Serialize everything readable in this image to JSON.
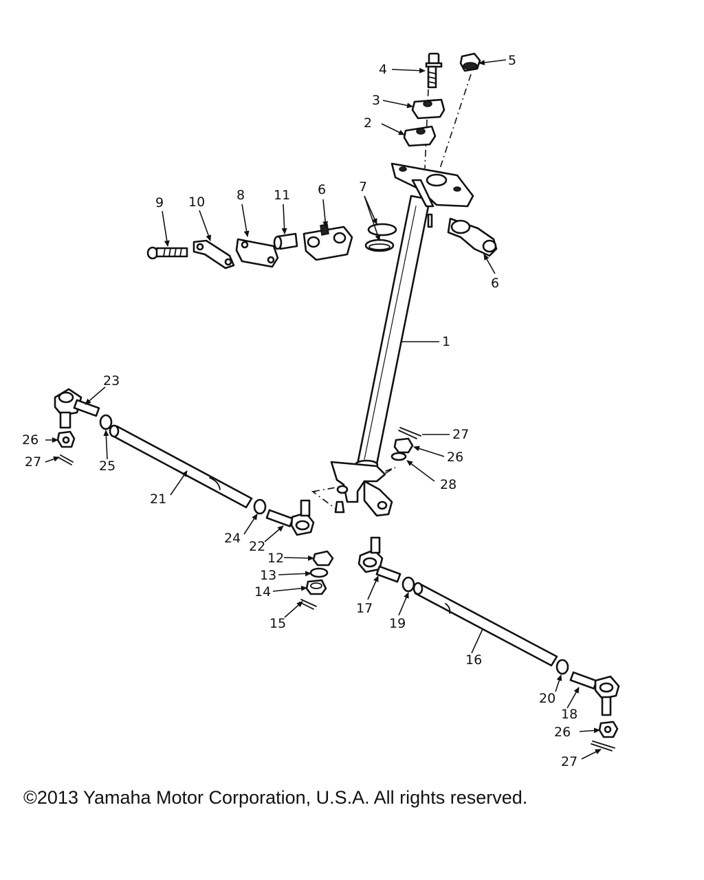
{
  "diagram": {
    "part_numbers": [
      "1",
      "2",
      "3",
      "4",
      "5",
      "6",
      "6",
      "7",
      "8",
      "9",
      "10",
      "11",
      "12",
      "13",
      "14",
      "15",
      "16",
      "17",
      "18",
      "19",
      "20",
      "21",
      "22",
      "23",
      "24",
      "25",
      "26",
      "26",
      "26",
      "27",
      "27",
      "27",
      "28"
    ]
  },
  "footer": {
    "copyright": "©2013 Yamaha Motor Corporation, U.S.A. All rights reserved."
  }
}
